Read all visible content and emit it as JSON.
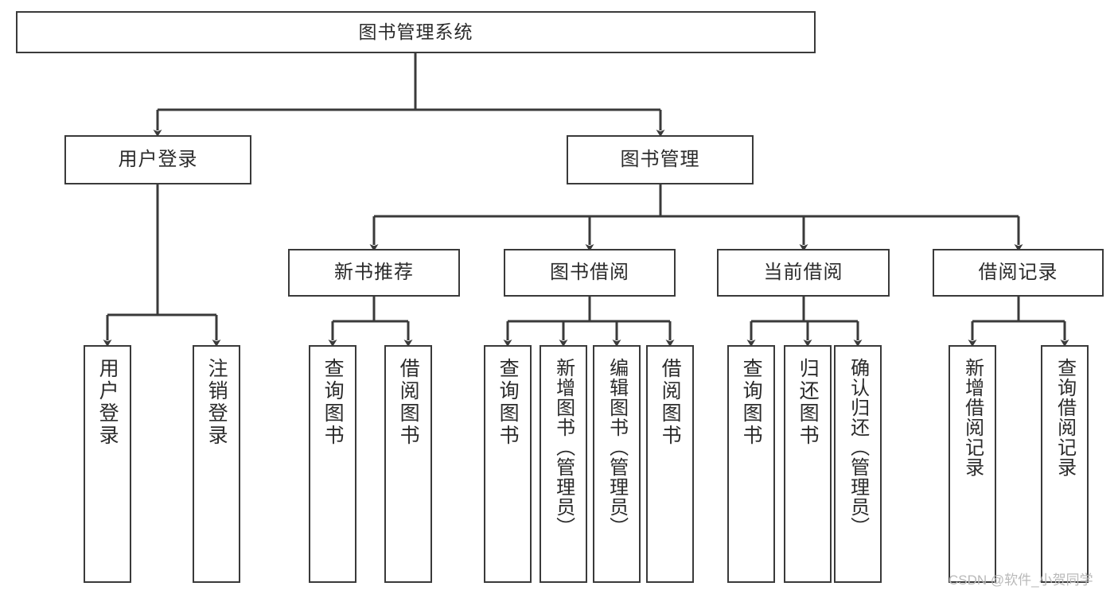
{
  "diagram": {
    "title": "图书管理系统",
    "type": "tree-hierarchy",
    "root": {
      "label": "图书管理系统"
    },
    "level1": [
      {
        "label": "用户登录"
      },
      {
        "label": "图书管理"
      }
    ],
    "level2": [
      {
        "label": "新书推荐"
      },
      {
        "label": "图书借阅"
      },
      {
        "label": "当前借阅"
      },
      {
        "label": "借阅记录"
      }
    ],
    "leaves": {
      "user_login": [
        {
          "label": "用户登录"
        },
        {
          "label": "注销登录"
        }
      ],
      "new_book_recommend": [
        {
          "label": "查询图书"
        },
        {
          "label": "借阅图书"
        }
      ],
      "book_borrow": [
        {
          "label": "查询图书"
        },
        {
          "label": "新增图书（管理员）"
        },
        {
          "label": "编辑图书（管理员）"
        },
        {
          "label": "借阅图书"
        }
      ],
      "current_borrow": [
        {
          "label": "查询图书"
        },
        {
          "label": "归还图书"
        },
        {
          "label": "确认归还（管理员）"
        }
      ],
      "borrow_record": [
        {
          "label": "新增借阅记录"
        },
        {
          "label": "查询借阅记录"
        }
      ]
    }
  },
  "watermark": {
    "text": "CSDN @软件_小贺同学"
  },
  "colors": {
    "stroke": "#3a3a3a",
    "background": "#ffffff",
    "text": "#2b2b2b",
    "watermark": "#b9b9b9"
  }
}
